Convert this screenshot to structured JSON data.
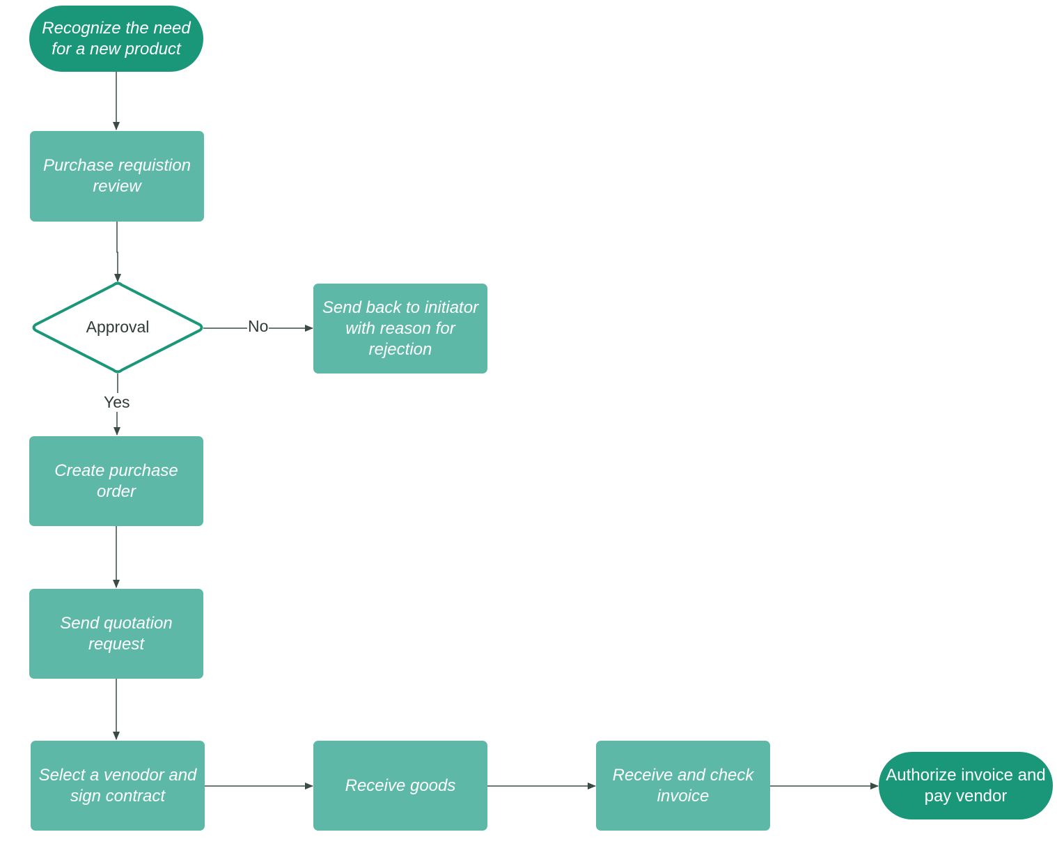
{
  "colors": {
    "process_fill": "#5db8a7",
    "terminal_fill": "#1a9679",
    "decision_stroke": "#1a9679",
    "connector": "#3a4a44",
    "text_light": "#ffffff",
    "text_dark": "#2f3b36"
  },
  "nodes": {
    "start": "Recognize the need\nfor a new product",
    "requisition_review": "Purchase requistion\nreview",
    "approval": "Approval",
    "send_back": "Send back to initiator\nwith reason for\nrejection",
    "create_po": "Create purchase\norder",
    "quotation": "Send quotation\nrequest",
    "select_vendor": "Select a venodor and\nsign contract",
    "receive_goods": "Receive goods",
    "check_invoice": "Receive and check\ninvoice",
    "end": "Authorize invoice and\npay vendor"
  },
  "edge_labels": {
    "no": "No",
    "yes": "Yes"
  }
}
